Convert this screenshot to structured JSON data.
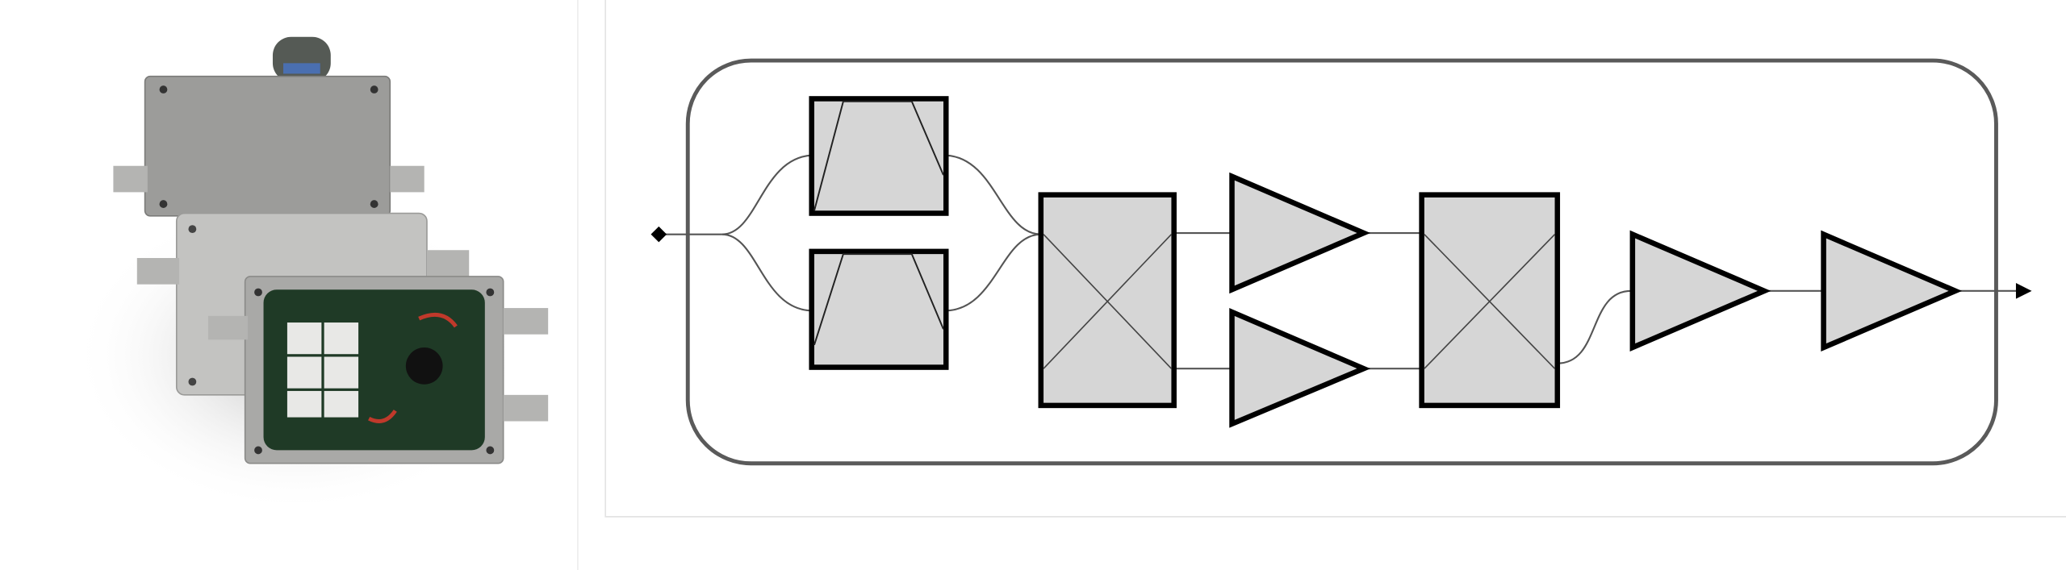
{
  "colors": {
    "block_fill": "#d6d6d6",
    "block_stroke": "#000000",
    "enclosure_stroke": "#5a5a5a",
    "wire": "#555555",
    "panel_border": "#e3e3e3",
    "housing_gray": "#9a9a98",
    "pcb_green": "#1f3a26"
  },
  "photo": {
    "subject": "rf-amplifier-module-housings"
  },
  "diagram": {
    "blocks": [
      {
        "type": "bandpass-filter"
      },
      {
        "type": "bandpass-filter"
      },
      {
        "type": "hybrid-coupler"
      },
      {
        "type": "amplifier"
      },
      {
        "type": "amplifier"
      },
      {
        "type": "hybrid-coupler"
      },
      {
        "type": "amplifier"
      },
      {
        "type": "amplifier"
      }
    ],
    "input_port": "diamond",
    "output_port": "arrow"
  }
}
